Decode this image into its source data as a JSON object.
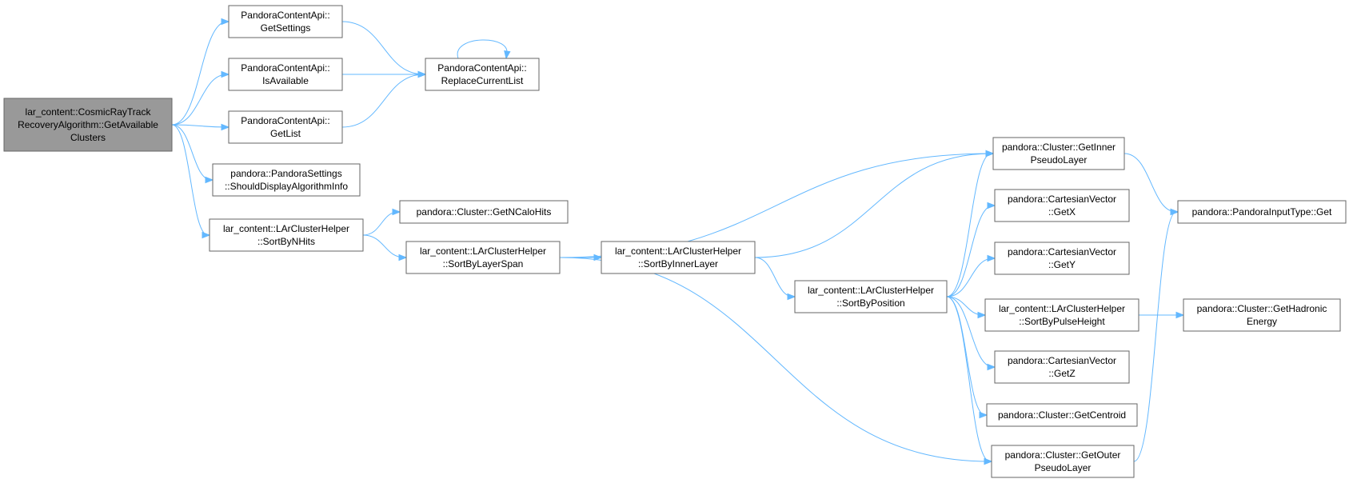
{
  "graph": {
    "accent_color": "#63b8ff",
    "root_fill": "#999999",
    "nodes": [
      {
        "id": "root",
        "lines": [
          "lar_content::CosmicRayTrack",
          "RecoveryAlgorithm::GetAvailable",
          "Clusters"
        ],
        "root": true
      },
      {
        "id": "getsettings",
        "lines": [
          "PandoraContentApi::",
          "GetSettings"
        ]
      },
      {
        "id": "isavailable",
        "lines": [
          "PandoraContentApi::",
          "IsAvailable"
        ]
      },
      {
        "id": "getlist",
        "lines": [
          "PandoraContentApi::",
          "GetList"
        ]
      },
      {
        "id": "replacecurrentlist",
        "lines": [
          "PandoraContentApi::",
          "ReplaceCurrentList"
        ]
      },
      {
        "id": "shoulddisplay",
        "lines": [
          "pandora::PandoraSettings",
          "::ShouldDisplayAlgorithmInfo"
        ]
      },
      {
        "id": "sortbynhits",
        "lines": [
          "lar_content::LArClusterHelper",
          "::SortByNHits"
        ]
      },
      {
        "id": "getncalohits",
        "lines": [
          "pandora::Cluster::GetNCaloHits"
        ]
      },
      {
        "id": "sortbylayerspan",
        "lines": [
          "lar_content::LArClusterHelper",
          "::SortByLayerSpan"
        ]
      },
      {
        "id": "sortbyinnerlayer",
        "lines": [
          "lar_content::LArClusterHelper",
          "::SortByInnerLayer"
        ]
      },
      {
        "id": "sortbyposition",
        "lines": [
          "lar_content::LArClusterHelper",
          "::SortByPosition"
        ]
      },
      {
        "id": "getinnerpseudolayer",
        "lines": [
          "pandora::Cluster::GetInner",
          "PseudoLayer"
        ]
      },
      {
        "id": "getx",
        "lines": [
          "pandora::CartesianVector",
          "::GetX"
        ]
      },
      {
        "id": "gety",
        "lines": [
          "pandora::CartesianVector",
          "::GetY"
        ]
      },
      {
        "id": "sortbypulseheight",
        "lines": [
          "lar_content::LArClusterHelper",
          "::SortByPulseHeight"
        ]
      },
      {
        "id": "getz",
        "lines": [
          "pandora::CartesianVector",
          "::GetZ"
        ]
      },
      {
        "id": "getcentroid",
        "lines": [
          "pandora::Cluster::GetCentroid"
        ]
      },
      {
        "id": "getouterpseudolayer",
        "lines": [
          "pandora::Cluster::GetOuter",
          "PseudoLayer"
        ]
      },
      {
        "id": "pandorainputtypeget",
        "lines": [
          "pandora::PandoraInputType::Get"
        ]
      },
      {
        "id": "gethadronicenergy",
        "lines": [
          "pandora::Cluster::GetHadronic",
          "Energy"
        ]
      }
    ],
    "edges": [
      {
        "from": "root",
        "to": "getsettings"
      },
      {
        "from": "root",
        "to": "isavailable"
      },
      {
        "from": "root",
        "to": "getlist"
      },
      {
        "from": "root",
        "to": "shoulddisplay"
      },
      {
        "from": "root",
        "to": "sortbynhits"
      },
      {
        "from": "getsettings",
        "to": "replacecurrentlist"
      },
      {
        "from": "isavailable",
        "to": "replacecurrentlist"
      },
      {
        "from": "getlist",
        "to": "replacecurrentlist"
      },
      {
        "from": "replacecurrentlist",
        "to": "replacecurrentlist"
      },
      {
        "from": "sortbynhits",
        "to": "getncalohits"
      },
      {
        "from": "sortbynhits",
        "to": "sortbylayerspan"
      },
      {
        "from": "sortbylayerspan",
        "to": "sortbyinnerlayer"
      },
      {
        "from": "sortbylayerspan",
        "to": "getinnerpseudolayer"
      },
      {
        "from": "sortbylayerspan",
        "to": "getouterpseudolayer"
      },
      {
        "from": "sortbyinnerlayer",
        "to": "getinnerpseudolayer"
      },
      {
        "from": "sortbyinnerlayer",
        "to": "sortbyposition"
      },
      {
        "from": "sortbyposition",
        "to": "getinnerpseudolayer"
      },
      {
        "from": "sortbyposition",
        "to": "getx"
      },
      {
        "from": "sortbyposition",
        "to": "gety"
      },
      {
        "from": "sortbyposition",
        "to": "sortbypulseheight"
      },
      {
        "from": "sortbyposition",
        "to": "getz"
      },
      {
        "from": "sortbyposition",
        "to": "getcentroid"
      },
      {
        "from": "sortbyposition",
        "to": "getouterpseudolayer"
      },
      {
        "from": "getinnerpseudolayer",
        "to": "pandorainputtypeget"
      },
      {
        "from": "sortbypulseheight",
        "to": "gethadronicenergy"
      },
      {
        "from": "getouterpseudolayer",
        "to": "pandorainputtypeget"
      }
    ]
  }
}
